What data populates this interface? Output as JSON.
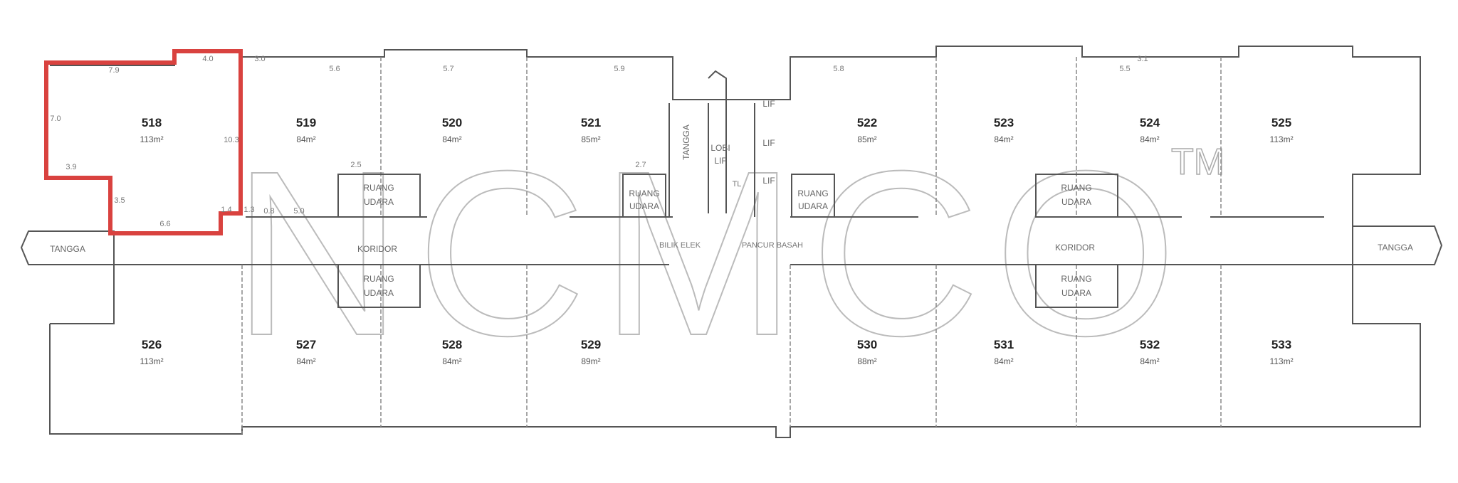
{
  "plan": {
    "top_units": [
      {
        "no": "518",
        "area": "113m²"
      },
      {
        "no": "519",
        "area": "84m²"
      },
      {
        "no": "520",
        "area": "84m²"
      },
      {
        "no": "521",
        "area": "85m²"
      },
      {
        "no": "522",
        "area": "85m²"
      },
      {
        "no": "523",
        "area": "84m²"
      },
      {
        "no": "524",
        "area": "84m²"
      },
      {
        "no": "525",
        "area": "113m²"
      }
    ],
    "bottom_units": [
      {
        "no": "526",
        "area": "113m²"
      },
      {
        "no": "527",
        "area": "84m²"
      },
      {
        "no": "528",
        "area": "84m²"
      },
      {
        "no": "529",
        "area": "89m²"
      },
      {
        "no": "530",
        "area": "88m²"
      },
      {
        "no": "531",
        "area": "84m²"
      },
      {
        "no": "532",
        "area": "84m²"
      },
      {
        "no": "533",
        "area": "113m²"
      }
    ],
    "highlighted_unit": "518",
    "highlight_color": "#d9423f",
    "labels": {
      "tangga_left": "TANGGA",
      "tangga_right": "TANGGA",
      "tangga_core": "TANGGA",
      "koridor_left": "KORIDOR",
      "koridor_right": "KORIDOR",
      "ruang": "RUANG",
      "udara": "UDARA",
      "lobi": "LOBI",
      "lif": "LIF",
      "lif1": "LIF",
      "lif2": "LIF",
      "lif3": "LIF",
      "bilik_elek": "BILIK ELEK",
      "pancur_basah": "PANCUR BASAH",
      "tl": "TL"
    },
    "dims": {
      "d79": "7.9",
      "d40": "4.0",
      "d30": "3.0",
      "d56": "5.6",
      "d57": "5.7",
      "d59": "5.9",
      "d58": "5.8",
      "d55": "5.5",
      "d31": "3.1",
      "d70": "7.0",
      "d103": "10.3",
      "d39": "3.9",
      "d35": "3.5",
      "d66": "6.6",
      "d14": "1.4",
      "d13": "1.3",
      "d25": "2.5",
      "d27": "2.7",
      "d50": "5.0",
      "d08": "0.8"
    },
    "watermark": {
      "text": "NCMCO",
      "tm": "TM"
    }
  }
}
